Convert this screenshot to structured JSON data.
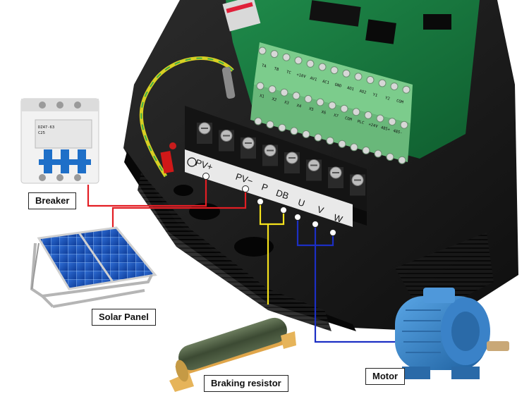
{
  "labels": {
    "breaker": "Breaker",
    "solar_panel": "Solar Panel",
    "braking_resistor": "Braking resistor",
    "motor": "Motor"
  },
  "terminals": {
    "main": [
      "PV+",
      "PV−",
      "P",
      "DB",
      "U",
      "V",
      "W"
    ],
    "control_top": [
      "TA",
      "TB",
      "TC",
      "+10V",
      "AV1",
      "AC1",
      "GND",
      "AO1",
      "AO2",
      "Y1",
      "Y2",
      "COM"
    ],
    "control_bottom": [
      "X1",
      "X2",
      "X3",
      "X4",
      "X5",
      "X6",
      "X7",
      "COM",
      "PLC",
      "+24V",
      "485+",
      "485-"
    ]
  },
  "breaker_print": [
    "DZ47-63",
    "C25"
  ],
  "wire_colors": {
    "pv_red": "#e31e24",
    "braking_yellow": "#f5e21c",
    "motor_blue": "#1c2fc4"
  }
}
